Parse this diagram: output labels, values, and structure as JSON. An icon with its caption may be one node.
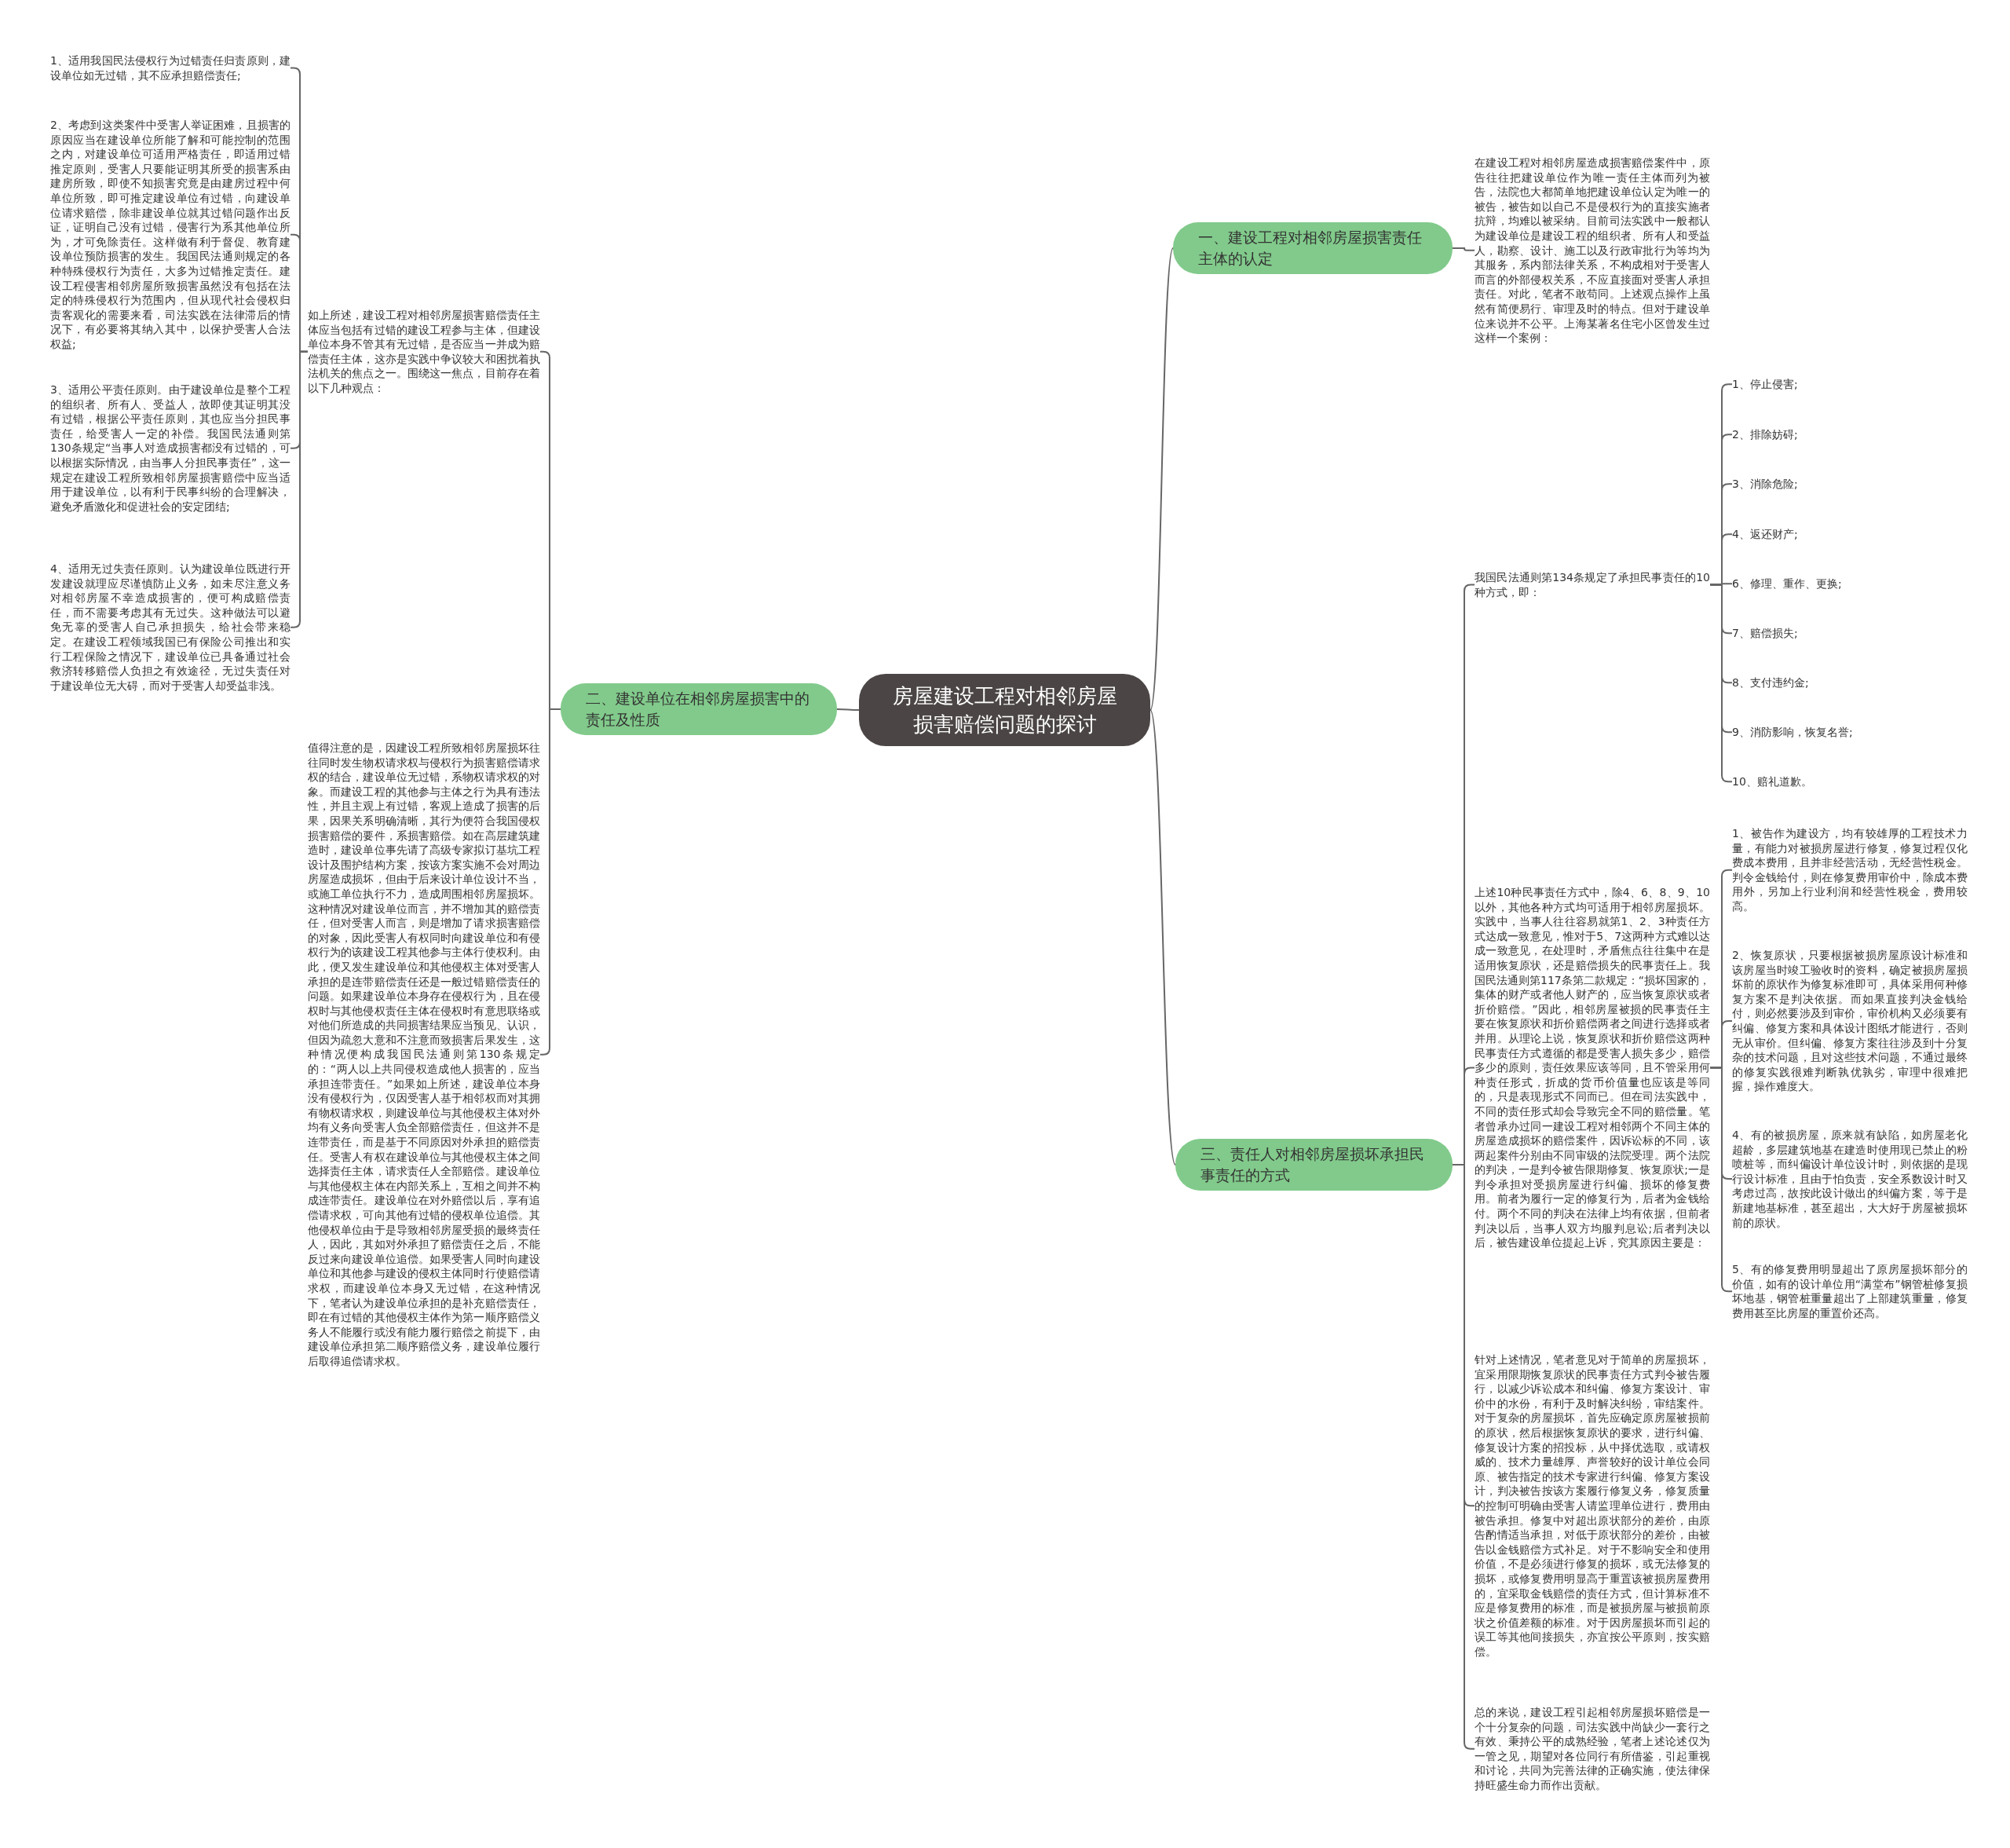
{
  "diagram": {
    "nodes": [
      {
        "text": [
          "房屋建设工程对相邻房屋损害赔偿问题的探讨"
        ]
      },
      {
        "text": [
          "一、建设工程对相邻房屋损害责任主体的认定"
        ]
      },
      {
        "text": [
          "在建设工程对相邻房屋造成损害赔偿案件中，原告往往把建设单位作为唯一责任主体而列为被告，法院也大都简单地把建设单位认定为唯一的被告，被告如以自己不是侵权行为的直接实施者抗辩，均难以被采纳。目前司法实践中一般都认为建设单位是建设工程的组织者、所有人和受益人，勘察、设计、施工以及行政审批行为等均为其服务，系内部法律关系，不构成相对于受害人而言的外部侵权关系，不应直接面对受害人承担责任。对此，笔者不敢苟同。上述观点操作上虽然有简便易行、审理及时的特点。但对于建设单位来说并不公平。上海某著名住宅小区曾发生过这样一个案例："
        ]
      },
      {
        "text": [
          "二、建设单位在相邻房屋损害中的责任及性质"
        ]
      },
      {
        "text": [
          "如上所述，建设工程对相邻房屋损害赔偿责任主体应当包括有过错的建设工程参与主体，但建设单位本身不管其有无过错，是否应当一并成为赔偿责任主体，这亦是实践中争议较大和困扰着执法机关的焦点之一。围绕这一焦点，目前存在着以下几种观点："
        ]
      },
      {
        "text": [
          "1、适用我国民法侵权行为过错责任归责原则，建设单位如无过错，其不应承担赔偿责任;"
        ]
      },
      {
        "text": [
          "2、考虑到这类案件中受害人举证困难，且损害的原因应当在建设单位所能了解和可能控制的范围之内，对建设单位可适用严格责任，即适用过错推定原则，受害人只要能证明其所受的损害系由建房所致，即使不知损害究竟是由建房过程中何单位所致，即可推定建设单位有过错，向建设单位请求赔偿，除非建设单位就其过错问题作出反证，证明自己没有过错，侵害行为系其他单位所为，才可免除责任。这样做有利于督促、教育建设单位预防损害的发生。我国民法通则规定的各种特殊侵权行为责任，大多为过错推定责任。建设工程侵害相邻房屋所致损害虽然没有包括在法定的特殊侵权行为范围内，但从现代社会侵权归责客观化的需要来看，司法实践在法律滞后的情况下，有必要将其纳入其中，以保护受害人合法权益;"
        ]
      },
      {
        "text": [
          "3、适用公平责任原则。由于建设单位是整个工程的组织者、所有人、受益人，故即使其证明其没有过错，根据公平责任原则，其也应当分担民事责任，给受害人一定的补偿。我国民法通则第130条规定“当事人对造成损害都没有过错的，可以根据实际情况，由当事人分担民事责任”，这一规定在建设工程所致相邻房屋损害赔偿中应当适用于建设单位，以有利于民事纠纷的合理解决，避免矛盾激化和促进社会的安定团结;"
        ]
      },
      {
        "text": [
          "4、适用无过失责任原则。认为建设单位既进行开发建设就理应尽谨慎防止义务，如未尽注意义务对相邻房屋不幸造成损害的，便可构成赔偿责任，而不需要考虑其有无过失。这种做法可以避免无辜的受害人自己承担损失，给社会带来稳定。在建设工程领域我国已有保险公司推出和实行工程保险之情况下，建设单位已具备通过社会救济转移赔偿人负担之有效途径，无过失责任对于建设单位无大碍，而对于受害人却受益非浅。"
        ]
      },
      {
        "text": [
          "值得注意的是，因建设工程所致相邻房屋损坏往往同时发生物权请求权与侵权行为损害赔偿请求权的结合，建设单位无过错，系物权请求权的对象。而建设工程的其他参与主体之行为具有违法性，并且主观上有过错，客观上造成了损害的后果，因果关系明确清晰，其行为便符合我国侵权损害赔偿的要件，系损害赔偿。如在高层建筑建造时，建设单位事先请了高级专家拟订基坑工程设计及围护结构方案，按该方案实施不会对周边房屋造成损坏，但由于后来设计单位设计不当，或施工单位执行不力，造成周围相邻房屋损坏。这种情况对建设单位而言，并不增加其的赔偿责任，但对受害人而言，则是增加了请求损害赔偿的对象，因此受害人有权同时向建设单位和有侵权行为的该建设工程其他参与主体行使权利。由此，便又发生建设单位和其他侵权主体对受害人承担的是连带赔偿责任还是一般过错赔偿责任的问题。如果建设单位本身存在侵权行为，且在侵权时与其他侵权责任主体在侵权时有意思联络或对他们所造成的共同损害结果应当预见、认识，但因为疏忽大意和不注意而致损害后果发生，这种情况便构成我国民法通则第130条规定的：“两人以上共同侵权造成他人损害的，应当承担连带责任。”如果如上所述，建设单位本身没有侵权行为，仅因受害人基于相邻权而对其拥有物权请求权，则建设单位与其他侵权主体对外均有义务向受害人负全部赔偿责任，但这并不是连带责任，而是基于不同原因对外承担的赔偿责任。受害人有权在建设单位与其他侵权主体之间选择责任主体，请求责任人全部赔偿。建设单位与其他侵权主体在内部关系上，互相之间并不构成连带责任。建设单位在对外赔偿以后，享有追偿请求权，可向其他有过错的侵权单位追偿。其他侵权单位由于是导致相邻房屋受损的最终责任人，因此，其如对外承担了赔偿责任之后，不能反过来向建设单位追偿。如果受害人同时向建设单位和其他参与建设的侵权主体同时行使赔偿请求权，而建设单位本身又无过错，在这种情况下，笔者认为建设单位承担的是补充赔偿责任，即在有过错的其他侵权主体作为第一顺序赔偿义务人不能履行或没有能力履行赔偿之前提下，由建设单位承担第二顺序赔偿义务，建设单位履行后取得追偿请求权。"
        ]
      },
      {
        "text": [
          "三、责任人对相邻房屋损坏承担民事责任的方式"
        ]
      },
      {
        "text": [
          "我国民法通则第134条规定了承担民事责任的10种方式，即："
        ]
      },
      {
        "text": [
          "1、停止侵害;"
        ]
      },
      {
        "text": [
          "2、排除妨碍;"
        ]
      },
      {
        "text": [
          "3、消除危险;"
        ]
      },
      {
        "text": [
          "4、返还财产;"
        ]
      },
      {
        "text": [
          "6、修理、重作、更换;"
        ]
      },
      {
        "text": [
          "7、赔偿损失;"
        ]
      },
      {
        "text": [
          "8、支付违约金;"
        ]
      },
      {
        "text": [
          "9、消防影响，恢复名誉;"
        ]
      },
      {
        "text": [
          "10、赔礼道歉。"
        ]
      },
      {
        "text": [
          "上述10种民事责任方式中，除4、6、8、9、10以外，其他各种方式均可适用于相邻房屋损坏。实践中，当事人往往容易就第1、2、3种责任方式达成一致意见，惟对于5、7这两种方式难以达成一致意见，在处理时，矛盾焦点往往集中在是适用恢复原状，还是赔偿损失的民事责任上。我国民法通则第117条第二款规定：“损坏国家的，集体的财产或者他人财产的，应当恢复原状或者折价赔偿。”因此，相邻房屋被损的民事责任主要在恢复原状和折价赔偿两者之间进行选择或者并用。从理论上说，恢复原状和折价赔偿这两种民事责任方式遵循的都是受害人损失多少，赔偿多少的原则，责任效果应该等同，且不管采用何种责任形式，折成的货币价值量也应该是等同的，只是表现形式不同而已。但在司法实践中，不同的责任形式却会导致完全不同的赔偿量。笔者曾承办过同一建设工程对相邻两个不同主体的房屋造成损坏的赔偿案件，因诉讼标的不同，该两起案件分别由不同审级的法院受理。两个法院的判决，一是判令被告限期修复、恢复原状;一是判令承担对受损房屋进行纠偏、损坏的修复费用。前者为履行一定的修复行为，后者为金钱给付。两个不同的判决在法律上均有依据，但前者判决以后，当事人双方均服判息讼;后者判决以后，被告建设单位提起上诉，究其原因主要是："
        ]
      },
      {
        "text": [
          "1、被告作为建设方，均有较雄厚的工程技术力量，有能力对被损房屋进行修复，修复过程仅化费成本费用，且并非经营活动，无经营性税金。判令金钱给付，则在修复费用审价中，除成本费用外，另加上行业利润和经营性税金，费用较高。"
        ]
      },
      {
        "text": [
          "2、恢复原状，只要根据被损房屋原设计标准和该房屋当时竣工验收时的资料，确定被损房屋损坏前的原状作为修复标准即可，具体采用何种修复方案不是判决依据。而如果直接判决金钱给付，则必然要涉及到审价，审价机构又必须要有纠偏、修复方案和具体设计图纸才能进行，否则无从审价。但纠偏、修复方案往往涉及到十分复杂的技术问题，且对这些技术问题，不通过最终的修复实践很难判断孰优孰劣，审理中很难把握，操作难度大。"
        ]
      },
      {
        "text": [
          "4、有的被损房屋，原来就有缺陷，如房屋老化超龄，多层建筑地基在建造时使用现已禁止的粉喷桩等，而纠偏设计单位设计时，则依据的是现行设计标准，且由于怕负责，安全系数设计时又考虑过高，故按此设计做出的纠偏方案，等于是新建地基标准，甚至超出，大大好于房屋被损坏前的原状。"
        ]
      },
      {
        "text": [
          "5、有的修复费用明显超出了原房屋损坏部分的价值，如有的设计单位用“满堂布”钢管桩修复损坏地基，钢管桩重量超出了上部建筑重量，修复费用甚至比房屋的重置价还高。"
        ]
      },
      {
        "text": [
          "针对上述情况，笔者意见对于简单的房屋损坏，宜采用限期恢复原状的民事责任方式判令被告履行，以减少诉讼成本和纠偏、修复方案设计、审价中的水份，有利于及时解决纠纷，审结案件。对于复杂的房屋损坏，首先应确定原房屋被损前的原状，然后根据恢复原状的要求，进行纠偏、修复设计方案的招投标，从中择优选取，或请权威的、技术力量雄厚、声誉较好的设计单位会同原、被告指定的技术专家进行纠偏、修复方案设计，判决被告按该方案履行修复义务，修复质量的控制可明确由受害人请监理单位进行，费用由被告承担。修复中对超出原状部分的差价，由原告酌情适当承担，对低于原状部分的差价，由被告以金钱赔偿方式补足。对于不影响安全和使用价值，不是必须进行修复的损坏，或无法修复的损坏，或修复费用明显高于重置该被损房屋费用的，宜采取金钱赔偿的责任方式，但计算标准不应是修复费用的标准，而是被损房屋与被损前原状之价值差额的标准。对于因房屋损坏而引起的误工等其他间接损失，亦宜按公平原则，按实赔偿。"
        ]
      },
      {
        "text": [
          "总的来说，建设工程引起相邻房屋损坏赔偿是一个十分复杂的问题，司法实践中尚缺少一套行之有效、秉持公平的成熟经验，笔者上述论述仅为一管之见，期望对各位同行有所借鉴，引起重视和讨论，共同为完善法律的正确实施，使法律保持旺盛生命力而作出贡献。"
        ]
      }
    ],
    "edges": [
      {
        "from": 0,
        "to": 1,
        "arrow": "none"
      },
      {
        "from": 1,
        "to": 2,
        "arrow": "none"
      },
      {
        "from": 0,
        "to": 3,
        "arrow": "none"
      },
      {
        "from": 3,
        "to": 4,
        "arrow": "none"
      },
      {
        "from": 4,
        "to": 5,
        "arrow": "none"
      },
      {
        "from": 4,
        "to": 6,
        "arrow": "none"
      },
      {
        "from": 4,
        "to": 7,
        "arrow": "none"
      },
      {
        "from": 4,
        "to": 8,
        "arrow": "none"
      },
      {
        "from": 3,
        "to": 9,
        "arrow": "none"
      },
      {
        "from": 0,
        "to": 10,
        "arrow": "none"
      },
      {
        "from": 10,
        "to": 11,
        "arrow": "none"
      },
      {
        "from": 11,
        "to": 12,
        "arrow": "none"
      },
      {
        "from": 11,
        "to": 13,
        "arrow": "none"
      },
      {
        "from": 11,
        "to": 14,
        "arrow": "none"
      },
      {
        "from": 11,
        "to": 15,
        "arrow": "none"
      },
      {
        "from": 11,
        "to": 16,
        "arrow": "none"
      },
      {
        "from": 11,
        "to": 17,
        "arrow": "none"
      },
      {
        "from": 11,
        "to": 18,
        "arrow": "none"
      },
      {
        "from": 11,
        "to": 19,
        "arrow": "none"
      },
      {
        "from": 11,
        "to": 20,
        "arrow": "none"
      },
      {
        "from": 10,
        "to": 21,
        "arrow": "none"
      },
      {
        "from": 21,
        "to": 22,
        "arrow": "none"
      },
      {
        "from": 21,
        "to": 23,
        "arrow": "none"
      },
      {
        "from": 21,
        "to": 24,
        "arrow": "none"
      },
      {
        "from": 21,
        "to": 25,
        "arrow": "none"
      },
      {
        "from": 10,
        "to": 26,
        "arrow": "none"
      },
      {
        "from": 10,
        "to": 27,
        "arrow": "none"
      }
    ]
  }
}
